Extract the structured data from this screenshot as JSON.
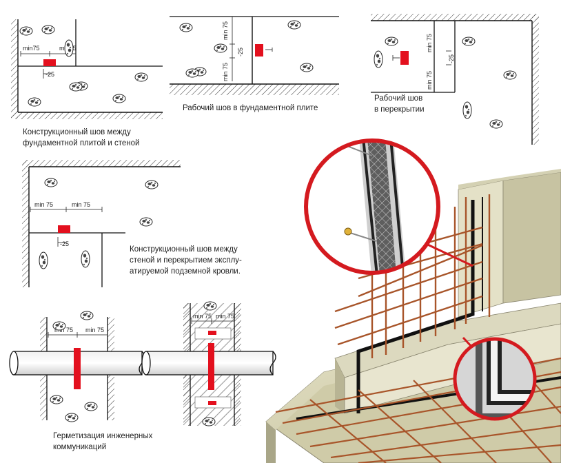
{
  "captions": {
    "construction_joint_slab_wall_l1": "Конструкционный шов между",
    "construction_joint_slab_wall_l2": "фундаментной плитой и стеной",
    "working_joint_foundation": "Рабочий шов в фундаментной плите",
    "working_joint_floor_l1": "Рабочий шов",
    "working_joint_floor_l2": "в перекрытии",
    "construction_joint_wall_roof_l1": "Конструкционный шов между",
    "construction_joint_wall_roof_l2": "стеной и перекрытием эксплу-",
    "construction_joint_wall_roof_l3": "атируемой подземной кровли.",
    "utility_sealing_l1": "Герметизация инженерных",
    "utility_sealing_l2": "коммуникаций"
  },
  "dimensions": {
    "min75": "min75",
    "min_75": "min 75",
    "d25": "25"
  },
  "colors": {
    "waterstop": "#e3101e",
    "concrete": "#d9d6b8",
    "rebar": "#a8552a",
    "lens_ring": "#d41a1f"
  }
}
